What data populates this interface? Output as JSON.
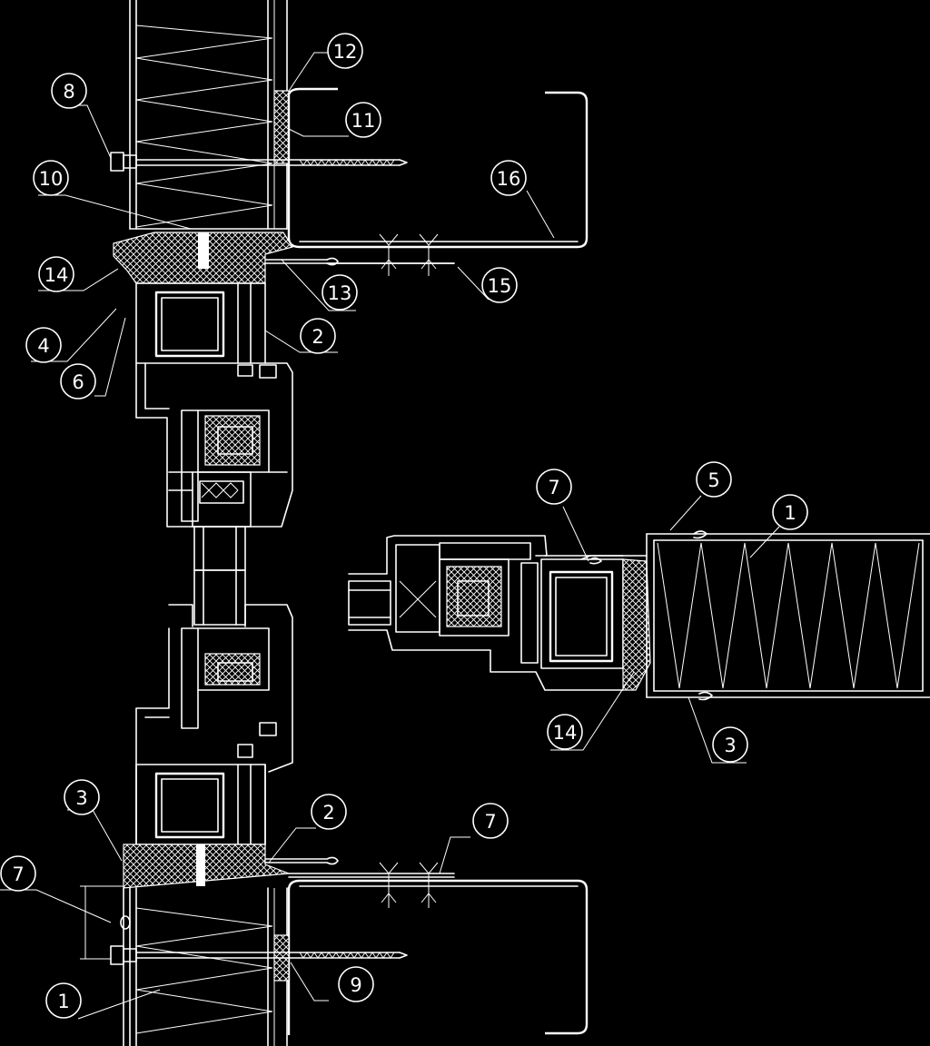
{
  "drawing": {
    "background": "#000000",
    "line_color": "#ffffff"
  },
  "callouts": [
    {
      "id": "c12-top",
      "label": "12"
    },
    {
      "id": "c8-top",
      "label": "8"
    },
    {
      "id": "c11-top",
      "label": "11"
    },
    {
      "id": "c10-top",
      "label": "10"
    },
    {
      "id": "c16-top",
      "label": "16"
    },
    {
      "id": "c14-top",
      "label": "14"
    },
    {
      "id": "c13-top",
      "label": "13"
    },
    {
      "id": "c15-top",
      "label": "15"
    },
    {
      "id": "c4-top",
      "label": "4"
    },
    {
      "id": "c2-top",
      "label": "2"
    },
    {
      "id": "c6-top",
      "label": "6"
    },
    {
      "id": "c7-jamb",
      "label": "7"
    },
    {
      "id": "c5-jamb",
      "label": "5"
    },
    {
      "id": "c1-jamb",
      "label": "1"
    },
    {
      "id": "c14-jamb",
      "label": "14"
    },
    {
      "id": "c3-jamb",
      "label": "3"
    },
    {
      "id": "c3-bottom",
      "label": "3"
    },
    {
      "id": "c2-bottom",
      "label": "2"
    },
    {
      "id": "c7-bottom",
      "label": "7"
    },
    {
      "id": "c7-left",
      "label": "7"
    },
    {
      "id": "c9-bottom",
      "label": "9"
    },
    {
      "id": "c1-bottom",
      "label": "1"
    }
  ]
}
